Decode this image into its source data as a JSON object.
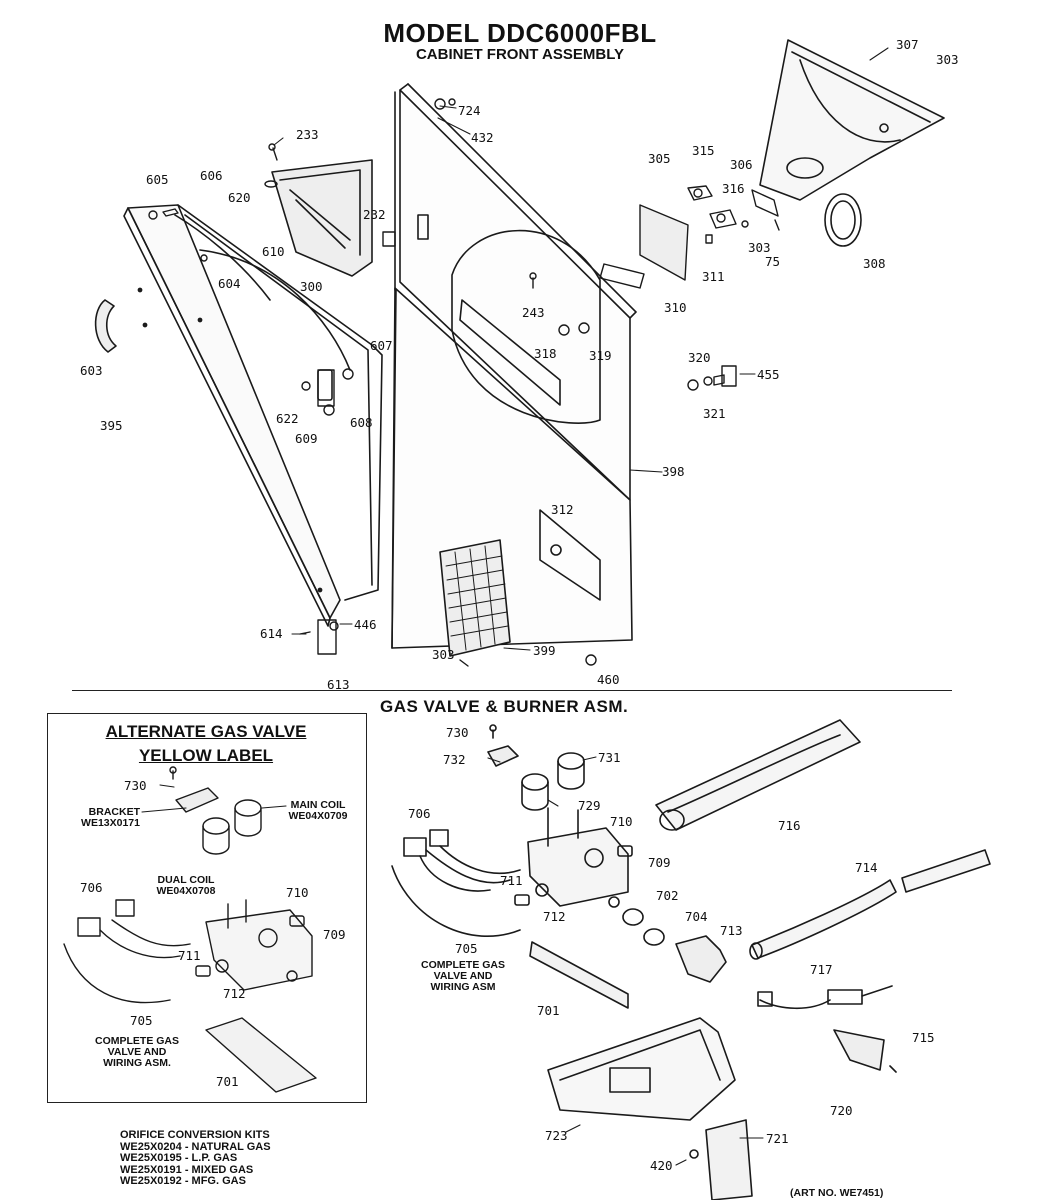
{
  "header": {
    "title": "MODEL DDC6000FBL",
    "subtitle": "CABINET FRONT ASSEMBLY"
  },
  "gas_section": {
    "title": "GAS VALVE & BURNER ASM."
  },
  "alternate_box": {
    "title_line1": "ALTERNATE GAS VALVE",
    "title_line2": "YELLOW LABEL",
    "bracket_caption": [
      "BRACKET",
      "WE13X0171"
    ],
    "main_coil_caption": [
      "MAIN COIL",
      "WE04X0709"
    ],
    "dual_coil_caption": [
      "DUAL COIL",
      "WE04X0708"
    ],
    "complete_caption": [
      "COMPLETE GAS",
      "VALVE AND",
      "WIRING ASM."
    ]
  },
  "main_gas_caption": [
    "COMPLETE GAS",
    "VALVE AND",
    "WIRING ASM"
  ],
  "orifice_kits": {
    "heading": "ORIFICE CONVERSION KITS",
    "items": [
      "WE25X0204 - NATURAL GAS",
      "WE25X0195 - L.P. GAS",
      "WE25X0191 - MIXED GAS",
      "WE25X0192 - MFG. GAS"
    ]
  },
  "art_number": "(ART NO. WE7451)",
  "part_labels": {
    "p233": "233",
    "p605": "605",
    "p606": "606",
    "p620": "620",
    "p232": "232",
    "p610": "610",
    "p604": "604",
    "p300": "300",
    "p603": "603",
    "p395": "395",
    "p607": "607",
    "p622": "622",
    "p608": "608",
    "p609": "609",
    "p614": "614",
    "p446": "446",
    "p613": "613",
    "p724": "724",
    "p432": "432",
    "p243": "243",
    "p318": "318",
    "p319": "319",
    "p398": "398",
    "p312": "312",
    "p399": "399",
    "p303a": "303",
    "p460": "460",
    "p305": "305",
    "p315": "315",
    "p306": "306",
    "p316": "316",
    "p303b": "303",
    "p75": "75",
    "p311": "311",
    "p310": "310",
    "p307": "307",
    "p303c": "303",
    "p308": "308",
    "p320": "320",
    "p321": "321",
    "p455": "455",
    "g730": "730",
    "g732": "732",
    "g731": "731",
    "g729": "729",
    "g706": "706",
    "g710": "710",
    "g709": "709",
    "g711": "711",
    "g712": "712",
    "g702": "702",
    "g704": "704",
    "g713": "713",
    "g705": "705",
    "g701": "701",
    "g716": "716",
    "g714": "714",
    "g717": "717",
    "g715": "715",
    "g720": "720",
    "g723": "723",
    "g721": "721",
    "g420": "420",
    "a730": "730",
    "a706": "706",
    "a710": "710",
    "a709": "709",
    "a711": "711",
    "a712": "712",
    "a705": "705",
    "a701": "701"
  }
}
